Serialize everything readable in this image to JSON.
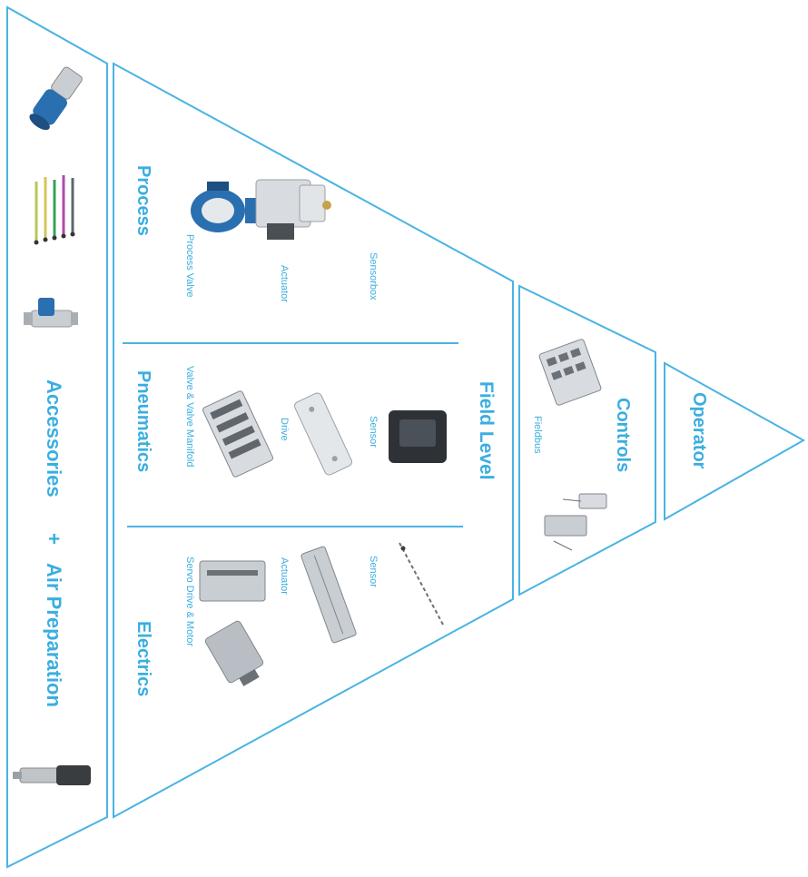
{
  "colors": {
    "accent": "#3aaee0",
    "line": "#4ab3e3",
    "gray": "#8a8f94"
  },
  "accessories": {
    "title_left": "Accessories",
    "plus": "+",
    "title_right": "Air Preparation"
  },
  "field_level": {
    "title": "Field Level",
    "process": {
      "title": "Process",
      "items": [
        "Process Valve",
        "Actuator",
        "Sensorbox"
      ]
    },
    "pneumatics": {
      "title": "Pneumatics",
      "items": [
        "Valve & Valve Manifold",
        "Drive",
        "Sensor"
      ]
    },
    "electrics": {
      "title": "Electrics",
      "items": [
        "Servo Drive & Motor",
        "Actuator",
        "Sensor"
      ]
    }
  },
  "controls": {
    "title": "Controls",
    "item": "Fieldbus"
  },
  "operator": {
    "title": "Operator"
  }
}
